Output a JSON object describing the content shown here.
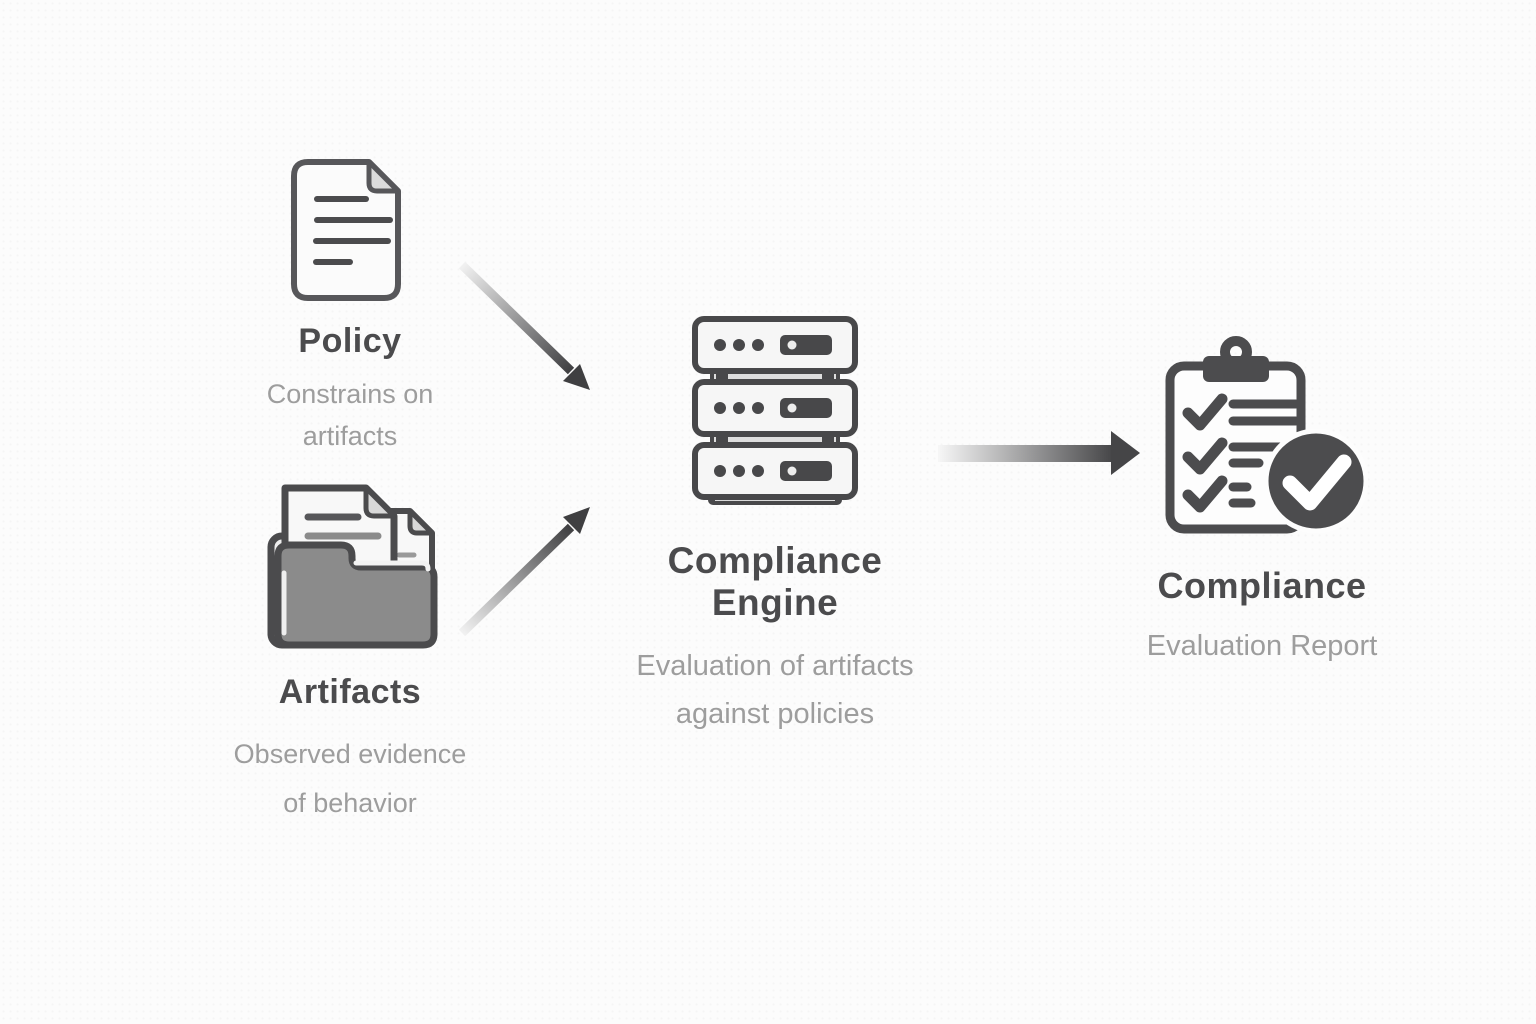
{
  "diagram": {
    "nodes": {
      "policy": {
        "label": "Policy",
        "subtitle": [
          "Constrains on",
          "artifacts"
        ],
        "icon": "document-icon"
      },
      "artifacts": {
        "label": "Artifacts",
        "subtitle": [
          "Observed evidence",
          "of behavior"
        ],
        "icon": "folder-documents-icon"
      },
      "engine": {
        "label": "Compliance Engine",
        "subtitle": [
          "Evaluation of artifacts",
          "against policies"
        ],
        "icon": "server-stack-icon"
      },
      "report": {
        "label": "Compliance",
        "subtitle": [
          "Evaluation Report"
        ],
        "icon": "clipboard-checklist-icon"
      }
    },
    "edges": [
      {
        "from": "Policy",
        "to": "Compliance Engine",
        "direction": "down-right",
        "style": "gradient-arrow"
      },
      {
        "from": "Artifacts",
        "to": "Compliance Engine",
        "direction": "up-right",
        "style": "gradient-arrow"
      },
      {
        "from": "Compliance Engine",
        "to": "Compliance",
        "direction": "right",
        "style": "gradient-arrow"
      }
    ],
    "colors": {
      "background": "#fcfcfc",
      "icon_outline": "#4b4b4d",
      "icon_fill_light": "#f6f6f6",
      "folder_gray": "#8b8b8b",
      "label_text": "#4b4b4d",
      "subtitle_text": "#9d9d9d",
      "arrow_dark": "#3f3f41",
      "arrow_light": "#f2f2f2"
    }
  }
}
